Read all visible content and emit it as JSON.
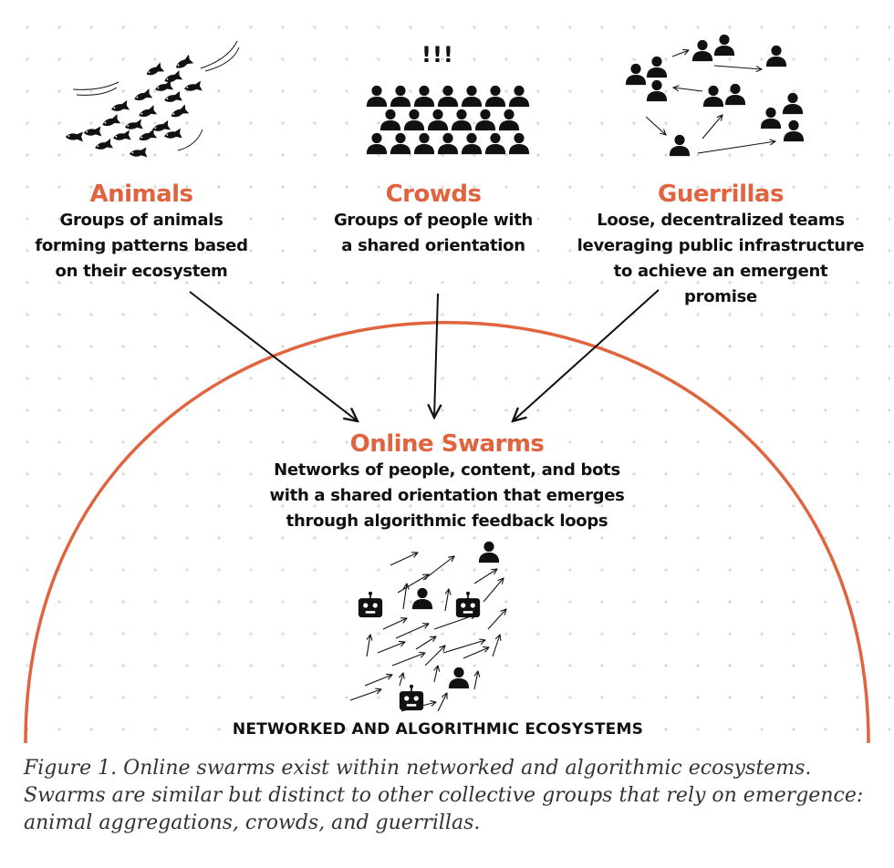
{
  "animals": {
    "title": "Animals",
    "lines": [
      "Groups of animals",
      "forming patterns based",
      "on their ecosystem"
    ]
  },
  "crowds": {
    "title": "Crowds",
    "exclaim": "!!!",
    "lines": [
      "Groups of people with",
      "a shared orientation"
    ]
  },
  "guerrillas": {
    "title": "Guerrillas",
    "lines": [
      "Loose, decentralized teams",
      "leveraging public infrastructure",
      "to achieve an emergent promise"
    ]
  },
  "swarms": {
    "title": "Online Swarms",
    "lines": [
      "Networks of people, content, and bots",
      "with a shared orientation that emerges",
      "through algorithmic feedback loops"
    ]
  },
  "ecosystem_label": "NETWORKED AND ALGORITHMIC ECOSYSTEMS",
  "caption": {
    "lines": [
      "Figure 1. Online swarms exist within networked and algorithmic ecosystems.",
      "Swarms are similar but distinct to other collective groups that rely on emergence:",
      "animal aggregations, crowds, and guerrillas."
    ]
  },
  "icons": {
    "fish": "fish-icon",
    "person": "person-icon",
    "bot": "robot-icon",
    "arrow": "arrow-icon"
  },
  "colors": {
    "accent": "#e0643f",
    "text": "#111111",
    "caption": "#333333",
    "dots": "#d9d9d9"
  }
}
